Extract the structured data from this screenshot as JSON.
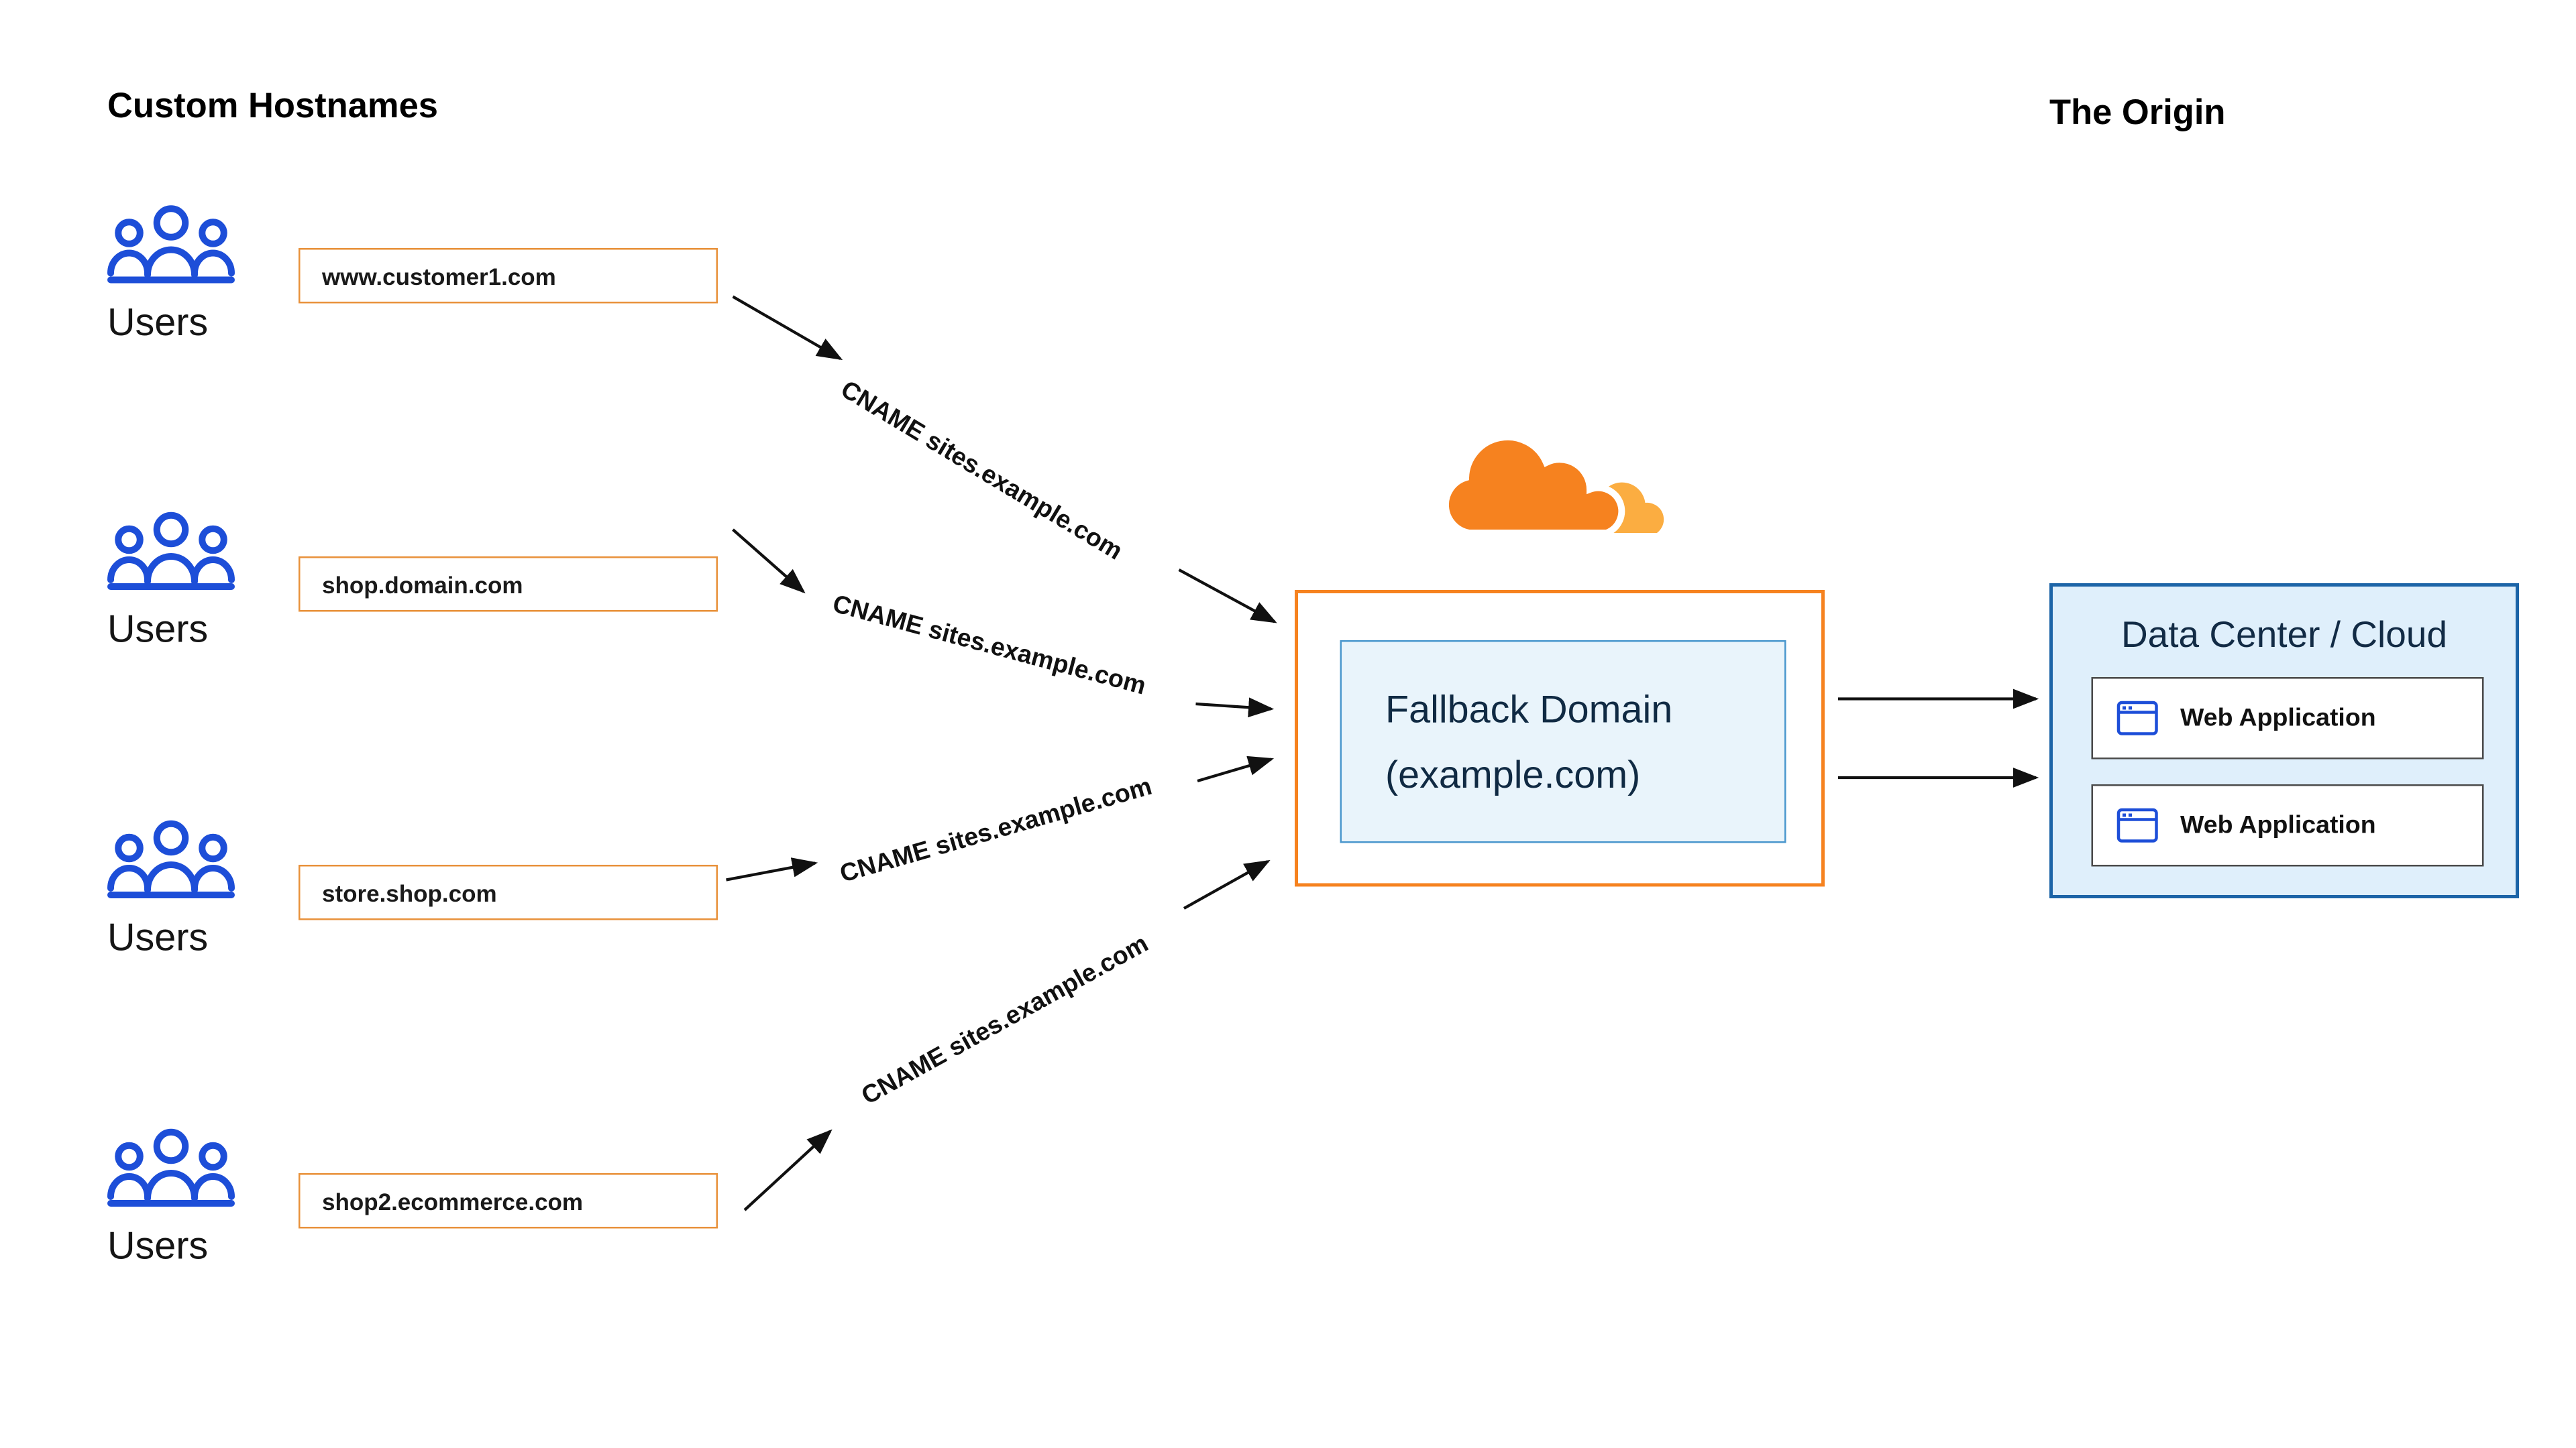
{
  "diagram": {
    "left_heading": "Custom Hostnames",
    "right_heading": "The Origin",
    "users_label": "Users",
    "hostnames": [
      "www.customer1.com",
      "shop.domain.com",
      "store.shop.com",
      "shop2.ecommerce.com"
    ],
    "cname_label": "CNAME sites.example.com",
    "fallback": {
      "line1": "Fallback Domain",
      "line2": "(example.com)"
    },
    "origin_box": {
      "title": "Data Center / Cloud",
      "apps": [
        "Web Application",
        "Web Application"
      ]
    },
    "colors": {
      "cloudflare_orange": "#F6821F",
      "cloudflare_light_orange": "#FBAD41",
      "users_blue": "#1D4ED8",
      "hostname_border_orange": "#E8913A",
      "origin_border_blue": "#1C64A7",
      "origin_bg_blue": "#DFEFFB",
      "fallback_inner_bg": "#E9F4FB",
      "fallback_inner_border": "#4A97CD",
      "arrow_color": "#111111"
    }
  }
}
